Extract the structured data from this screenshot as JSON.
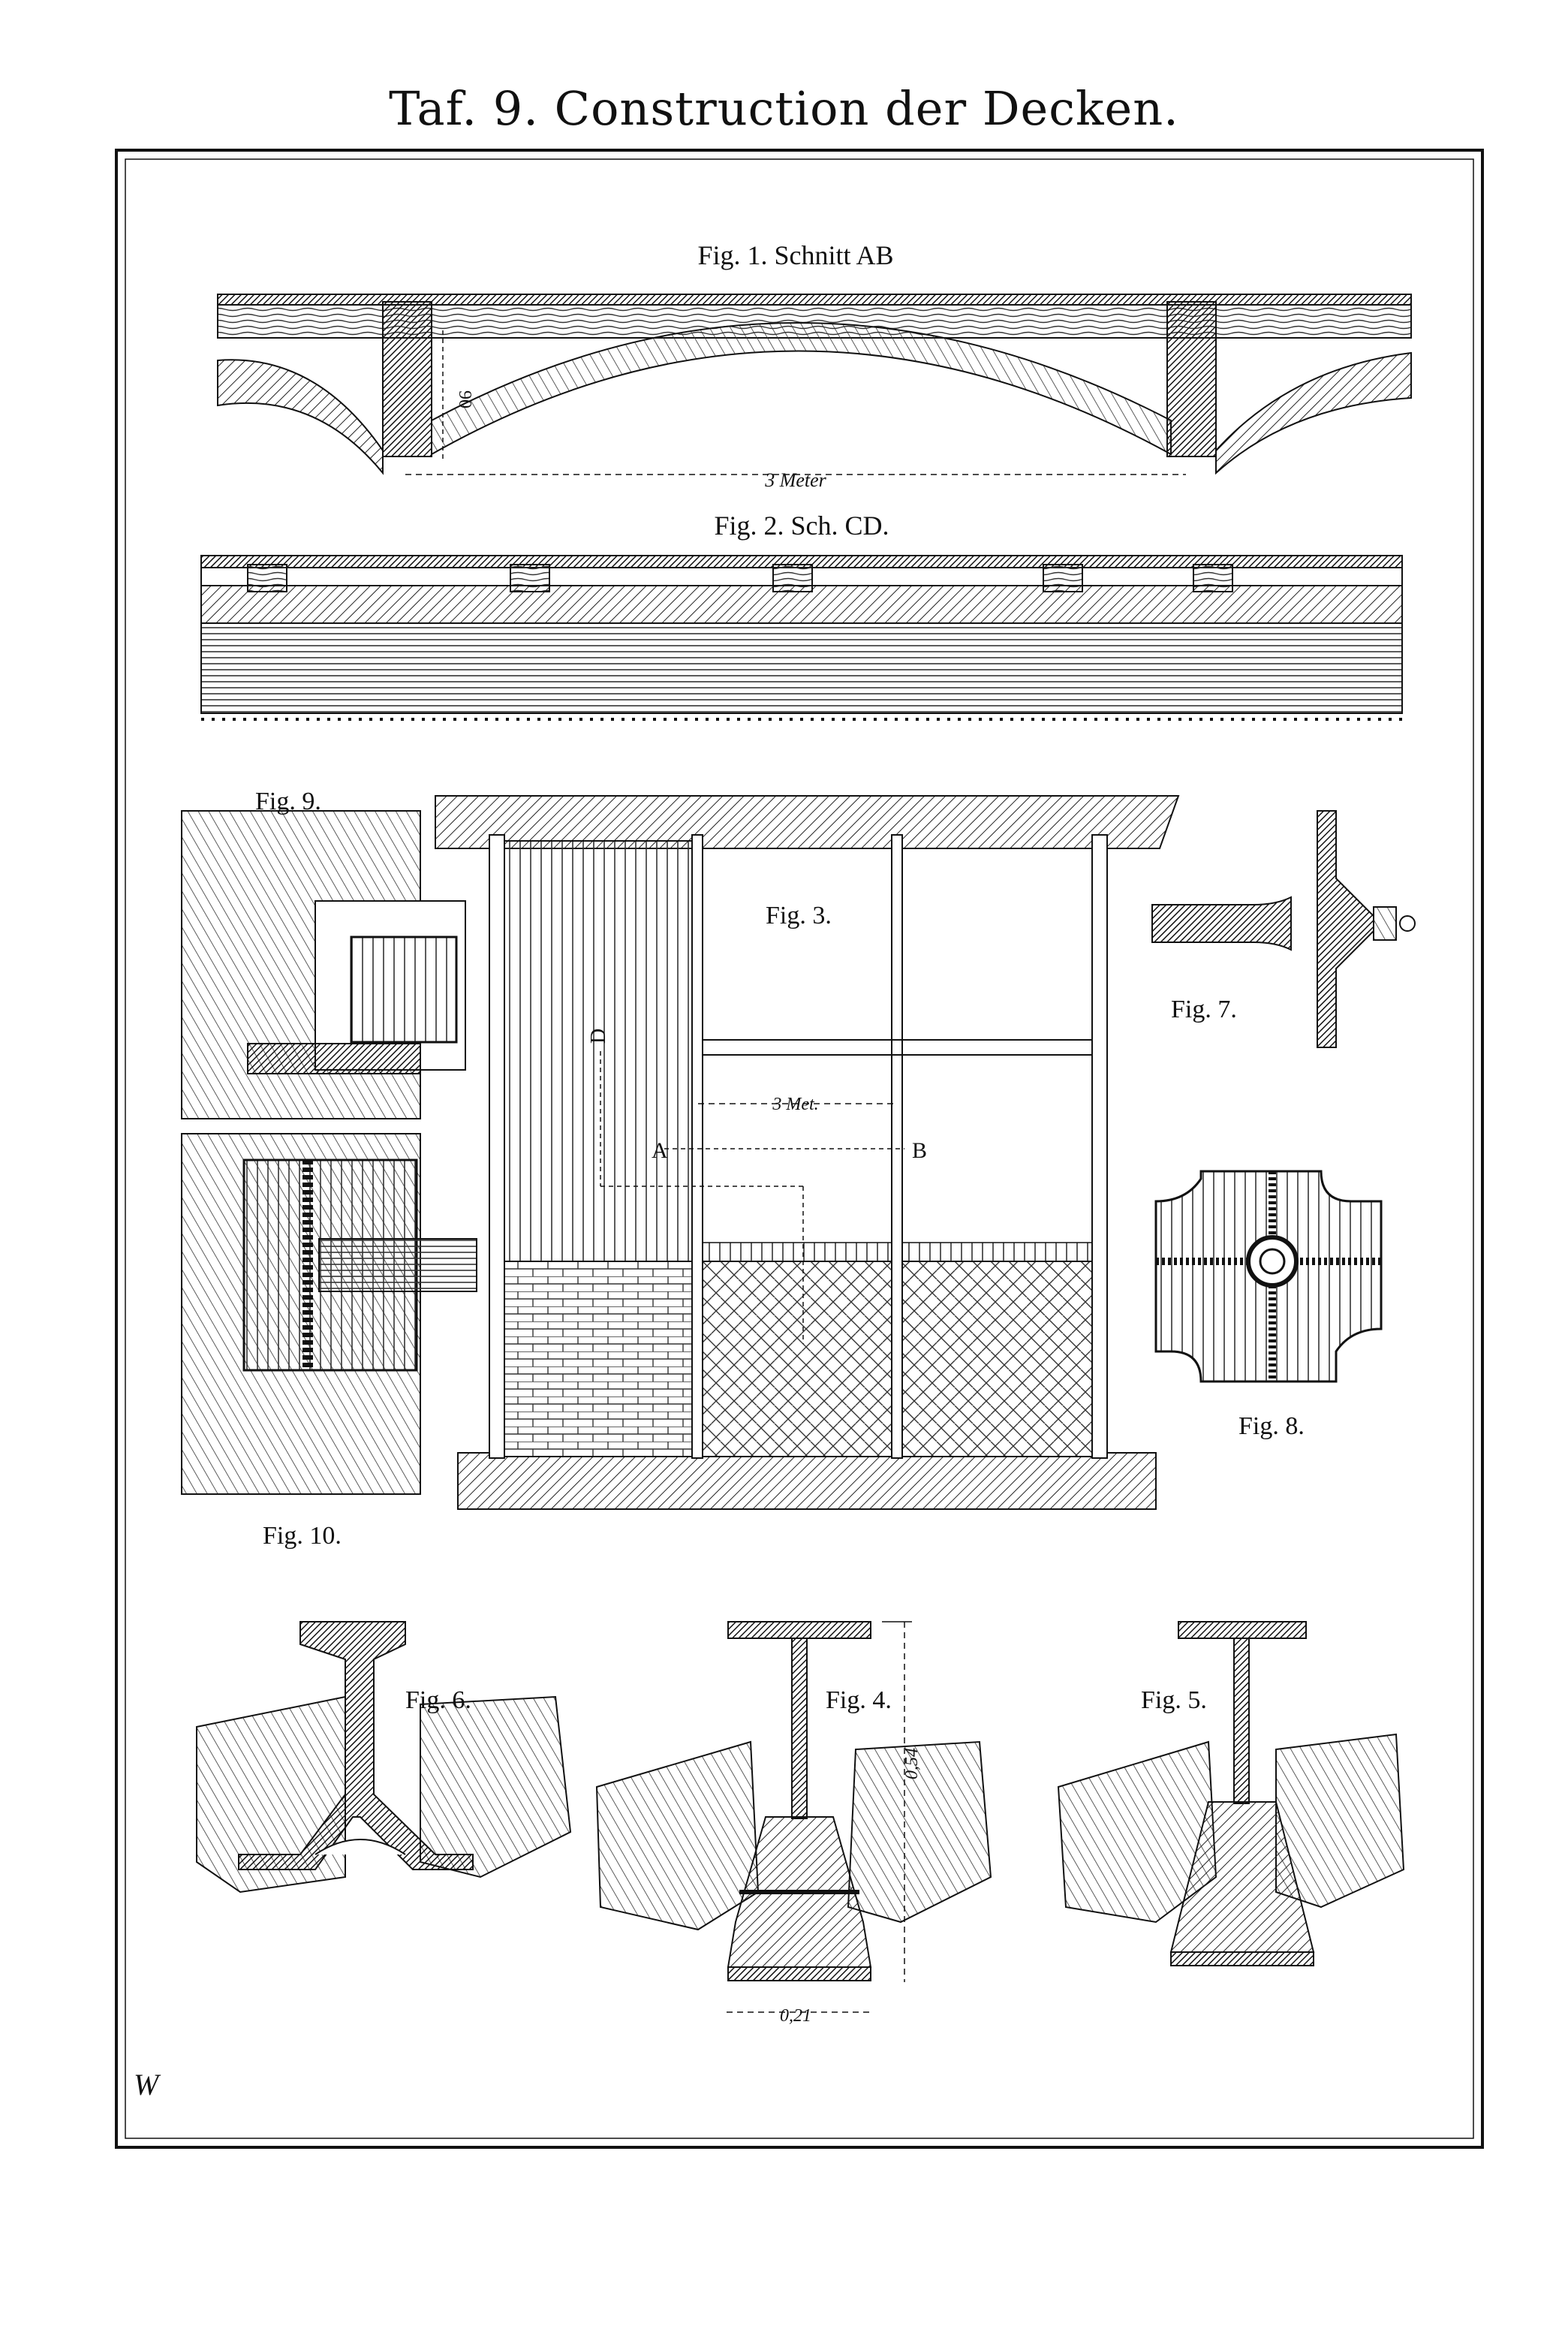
{
  "title": "Taf. 9. Construction der Decken.",
  "fig1": {
    "caption": "Fig. 1. Schnitt AB",
    "dim_span": "3 Meter",
    "dim_height": "90"
  },
  "fig2": {
    "caption": "Fig. 2. Sch. CD."
  },
  "fig3": {
    "caption": "Fig. 3.",
    "dim_span": "3 Met.",
    "point_a": "A",
    "point_b": "B",
    "point_d": "D"
  },
  "fig4": {
    "caption": "Fig. 4.",
    "dim_height": "0,54",
    "dim_width": "0,21"
  },
  "fig5": {
    "caption": "Fig. 5."
  },
  "fig6": {
    "caption": "Fig. 6."
  },
  "fig7": {
    "caption": "Fig. 7."
  },
  "fig8": {
    "caption": "Fig. 8."
  },
  "fig9": {
    "caption": "Fig. 9."
  },
  "fig10": {
    "caption": "Fig. 10."
  },
  "monogram": "W",
  "colors": {
    "ink": "#111111",
    "paper": "#ffffff",
    "hatch": "#333333"
  }
}
